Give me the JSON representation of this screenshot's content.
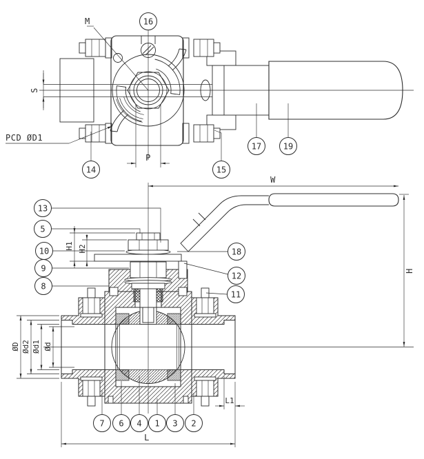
{
  "page": {
    "background": "#ffffff",
    "line_color": "#2b2b2b"
  },
  "top_view": {
    "labels": {
      "thread": "M",
      "wrench_flat": "S",
      "pin_spacing": "P",
      "bolt_circle": "PCD ØD1"
    },
    "balloons": {
      "b14": "14",
      "b15": "15",
      "b16": "16",
      "b17": "17",
      "b19": "19"
    }
  },
  "front_view": {
    "dimensions": {
      "w": "W",
      "h": "H",
      "h1": "H1",
      "h2": "H2",
      "outer_dia": "ØD",
      "socket_dia": "Ød2",
      "bore_dia": "Ød1",
      "port_dia": "Ød",
      "length": "L",
      "socket_depth": "L1"
    },
    "balloons": {
      "b1": "1",
      "b2": "2",
      "b3": "3",
      "b4": "4",
      "b5": "5",
      "b6": "6",
      "b7": "7",
      "b8": "8",
      "b9": "9",
      "b10": "10",
      "b11": "11",
      "b12": "12",
      "b13": "13",
      "b18": "18"
    }
  }
}
